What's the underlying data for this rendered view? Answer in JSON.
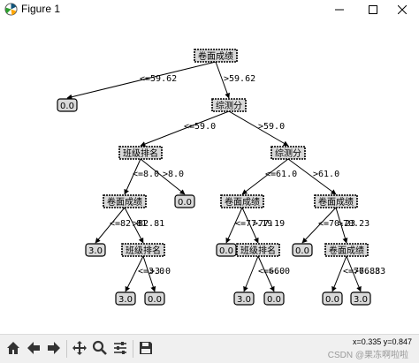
{
  "window": {
    "title": "Figure 1",
    "icon": "matplotlib-icon",
    "controls": [
      "minimize-icon",
      "maximize-icon",
      "close-icon"
    ]
  },
  "tree": {
    "nodes": [
      {
        "id": "n0",
        "label": "卷面成绩",
        "leaf": false
      },
      {
        "id": "n1",
        "label": "0.0",
        "leaf": true
      },
      {
        "id": "n2",
        "label": "综测分",
        "leaf": false
      },
      {
        "id": "n3",
        "label": "班级排名",
        "leaf": false
      },
      {
        "id": "n4",
        "label": "综测分",
        "leaf": false
      },
      {
        "id": "n5",
        "label": "卷面成绩",
        "leaf": false
      },
      {
        "id": "n6",
        "label": "0.0",
        "leaf": true
      },
      {
        "id": "n7",
        "label": "卷面成绩",
        "leaf": false
      },
      {
        "id": "n8",
        "label": "卷面成绩",
        "leaf": false
      },
      {
        "id": "n9",
        "label": "3.0",
        "leaf": true
      },
      {
        "id": "n10",
        "label": "班级排名",
        "leaf": false
      },
      {
        "id": "n11",
        "label": "0.0",
        "leaf": true
      },
      {
        "id": "n12",
        "label": "班级排名",
        "leaf": false
      },
      {
        "id": "n13",
        "label": "0.0",
        "leaf": true
      },
      {
        "id": "n14",
        "label": "卷面成绩",
        "leaf": false
      },
      {
        "id": "n15",
        "label": "3.0",
        "leaf": true
      },
      {
        "id": "n16",
        "label": "0.0",
        "leaf": true
      },
      {
        "id": "n17",
        "label": "3.0",
        "leaf": true
      },
      {
        "id": "n18",
        "label": "0.0",
        "leaf": true
      },
      {
        "id": "n19",
        "label": "0.0",
        "leaf": true
      },
      {
        "id": "n20",
        "label": "3.0",
        "leaf": true
      }
    ],
    "edges": [
      {
        "from": "n0",
        "to": "n1",
        "label": "<=59.62"
      },
      {
        "from": "n0",
        "to": "n2",
        "label": ">59.62"
      },
      {
        "from": "n2",
        "to": "n3",
        "label": "<=59.0"
      },
      {
        "from": "n2",
        "to": "n4",
        "label": ">59.0"
      },
      {
        "from": "n3",
        "to": "n5",
        "label": "<=8.0"
      },
      {
        "from": "n3",
        "to": "n6",
        "label": ">8.0"
      },
      {
        "from": "n4",
        "to": "n7",
        "label": "<=61.0"
      },
      {
        "from": "n4",
        "to": "n8",
        "label": ">61.0"
      },
      {
        "from": "n5",
        "to": "n9",
        "label": "<=82.81"
      },
      {
        "from": "n5",
        "to": "n10",
        "label": ">82.81"
      },
      {
        "from": "n7",
        "to": "n11",
        "label": "<=77.19"
      },
      {
        "from": "n7",
        "to": "n12",
        "label": ">77.19"
      },
      {
        "from": "n8",
        "to": "n13",
        "label": "<=70.23"
      },
      {
        "from": "n8",
        "to": "n14",
        "label": ">70.23"
      },
      {
        "from": "n10",
        "to": "n15",
        "label": "<=3.0"
      },
      {
        "from": "n10",
        "to": "n16",
        "label": ">3.0"
      },
      {
        "from": "n12",
        "to": "n17",
        "label": "<=6.0"
      },
      {
        "from": "n12",
        "to": "n18",
        "label": ">6.0"
      },
      {
        "from": "n14",
        "to": "n19",
        "label": "<=76.83"
      },
      {
        "from": "n14",
        "to": "n20",
        "label": ">76.83"
      }
    ]
  },
  "toolbar": {
    "buttons": [
      {
        "name": "home-button",
        "icon": "home-icon"
      },
      {
        "name": "back-button",
        "icon": "arrow-left-icon"
      },
      {
        "name": "forward-button",
        "icon": "arrow-right-icon"
      },
      {
        "name": "pan-button",
        "icon": "move-icon"
      },
      {
        "name": "zoom-button",
        "icon": "magnifier-icon"
      },
      {
        "name": "configure-subplots-button",
        "icon": "sliders-icon"
      },
      {
        "name": "save-button",
        "icon": "floppy-icon"
      }
    ],
    "coords": "x=0.335 y=0.847",
    "watermark": "CSDN @果冻啊啦啦"
  }
}
